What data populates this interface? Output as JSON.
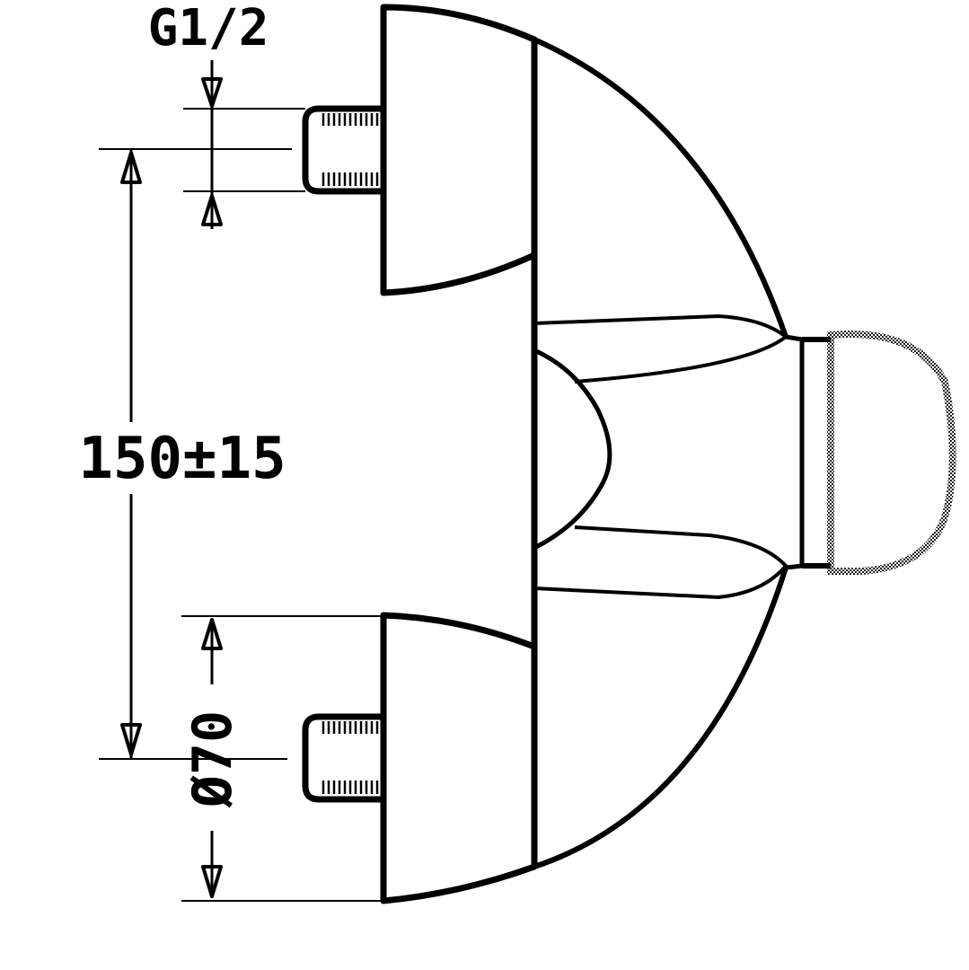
{
  "dimensions": {
    "thread": "G1/2",
    "spacing": "150±15",
    "diameter": "Ø70"
  },
  "colors": {
    "line": "#000000",
    "background": "#ffffff",
    "handle_outline": "#555555"
  }
}
